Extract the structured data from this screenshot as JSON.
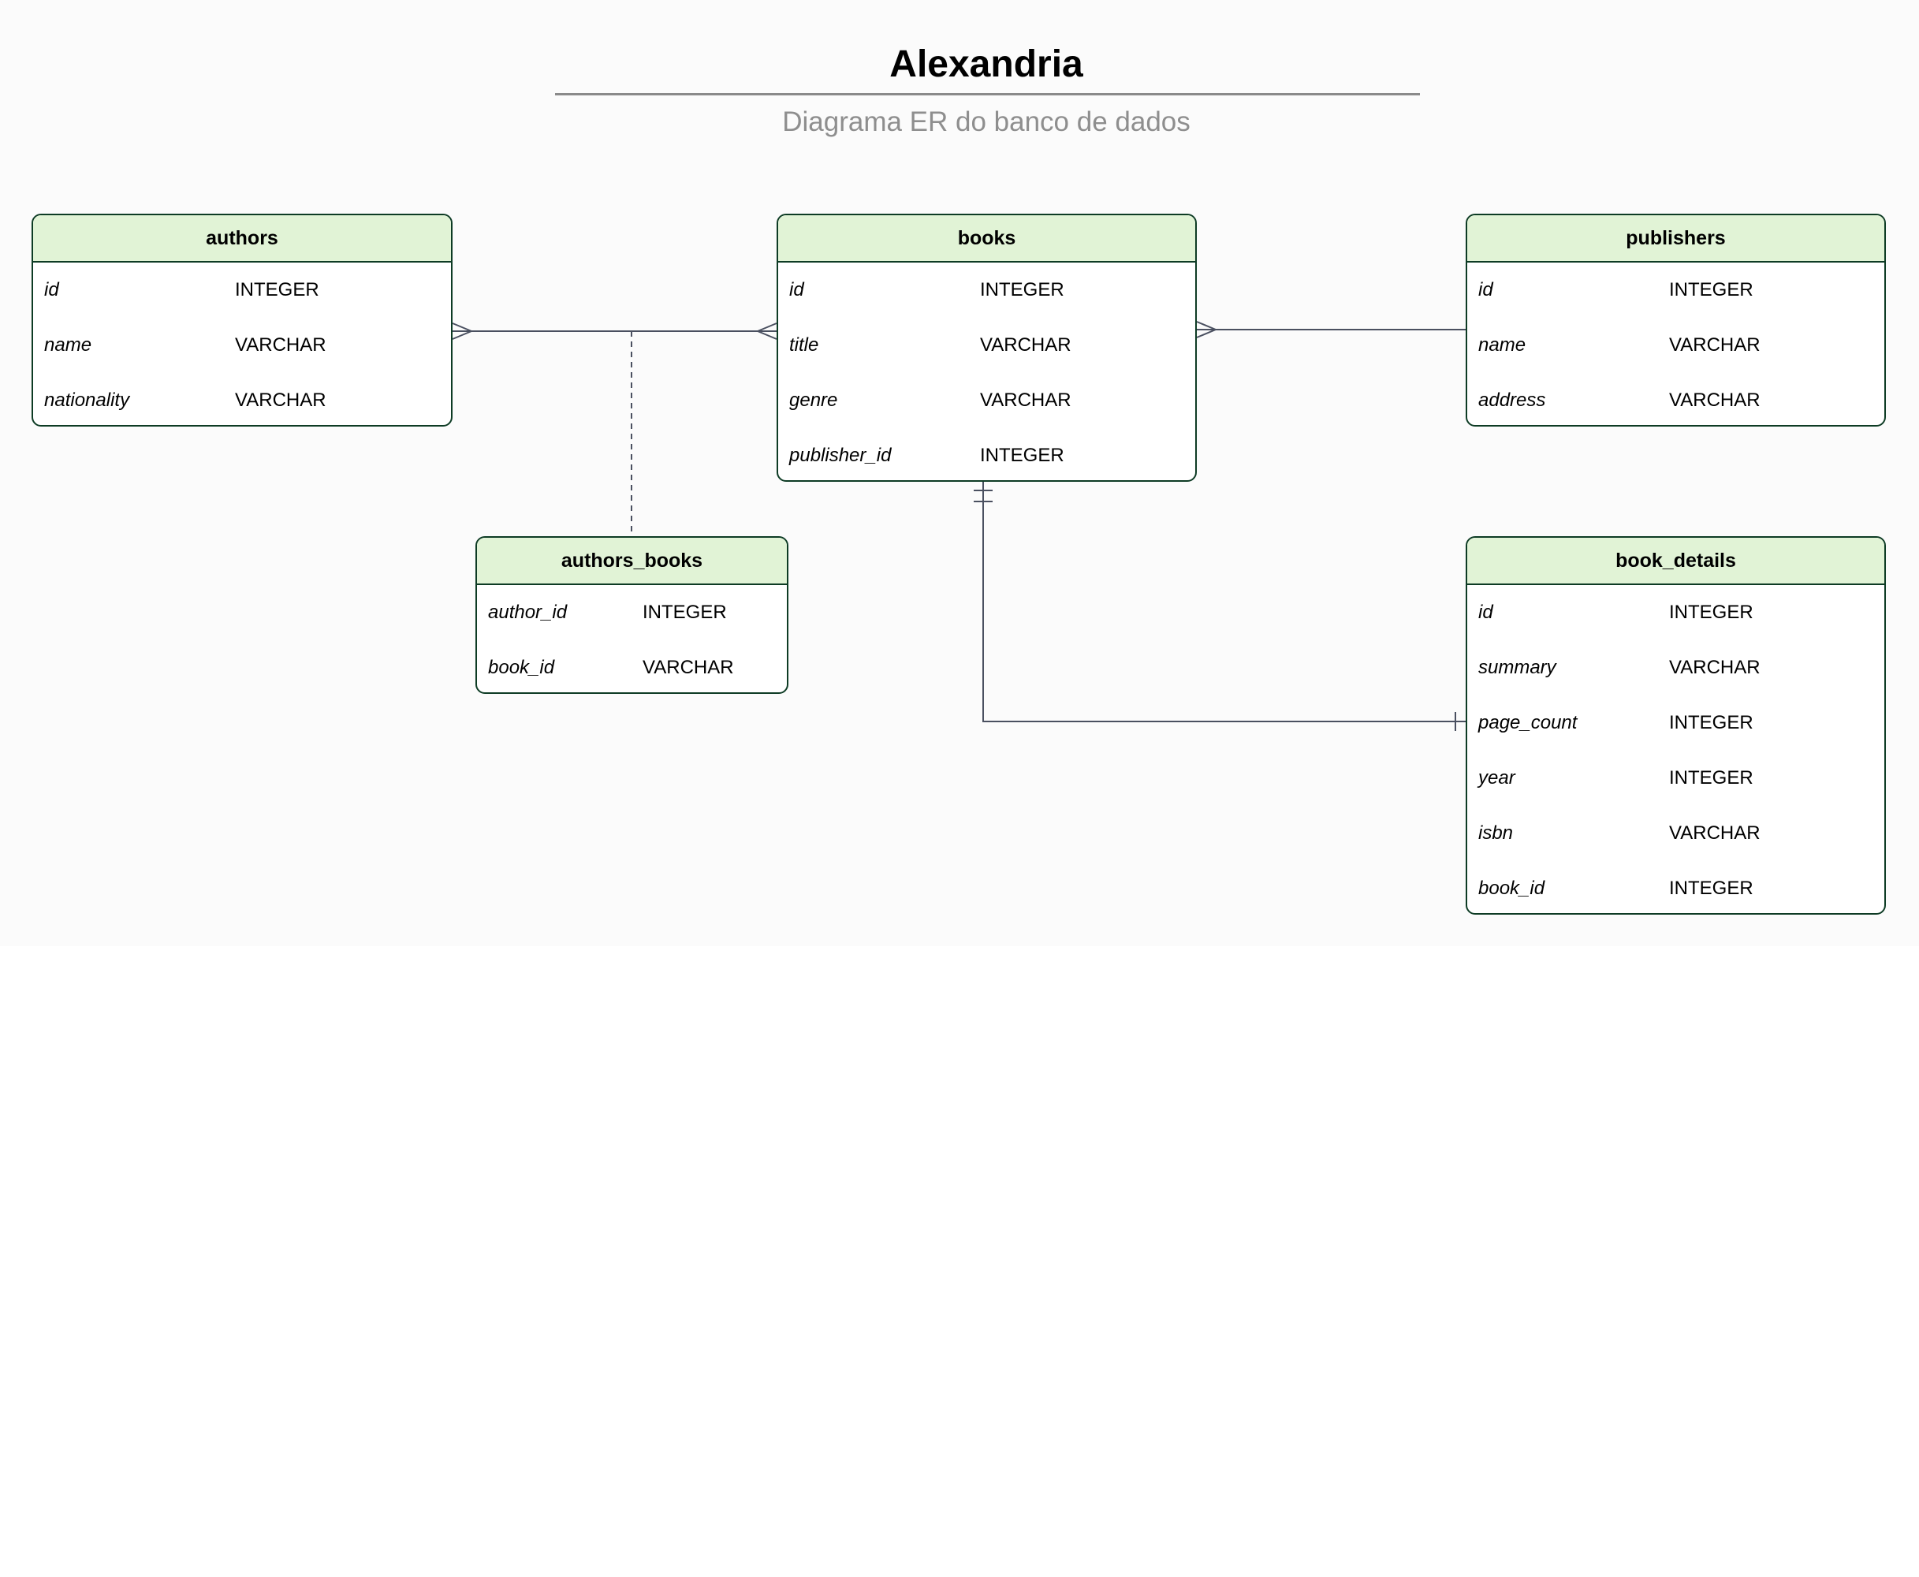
{
  "header": {
    "title": "Alexandria",
    "subtitle": "Diagrama ER do banco de dados"
  },
  "colors": {
    "entity_header_bg": "#e1f3d6",
    "entity_border": "#0d3b24",
    "relationship_line": "#4a5060",
    "subtitle": "#8e8e8e"
  },
  "entities": {
    "authors": {
      "name": "authors",
      "attributes": [
        {
          "name": "id",
          "type": "INTEGER"
        },
        {
          "name": "name",
          "type": "VARCHAR"
        },
        {
          "name": "nationality",
          "type": "VARCHAR"
        }
      ]
    },
    "books": {
      "name": "books",
      "attributes": [
        {
          "name": "id",
          "type": "INTEGER"
        },
        {
          "name": "title",
          "type": "VARCHAR"
        },
        {
          "name": "genre",
          "type": "VARCHAR"
        },
        {
          "name": "publisher_id",
          "type": "INTEGER"
        }
      ]
    },
    "publishers": {
      "name": "publishers",
      "attributes": [
        {
          "name": "id",
          "type": "INTEGER"
        },
        {
          "name": "name",
          "type": "VARCHAR"
        },
        {
          "name": "address",
          "type": "VARCHAR"
        }
      ]
    },
    "authors_books": {
      "name": "authors_books",
      "attributes": [
        {
          "name": "author_id",
          "type": "INTEGER"
        },
        {
          "name": "book_id",
          "type": "VARCHAR"
        }
      ]
    },
    "book_details": {
      "name": "book_details",
      "attributes": [
        {
          "name": "id",
          "type": "INTEGER"
        },
        {
          "name": "summary",
          "type": "VARCHAR"
        },
        {
          "name": "page_count",
          "type": "INTEGER"
        },
        {
          "name": "year",
          "type": "INTEGER"
        },
        {
          "name": "isbn",
          "type": "VARCHAR"
        },
        {
          "name": "book_id",
          "type": "INTEGER"
        }
      ]
    }
  },
  "relationships": [
    {
      "from": "authors",
      "to": "books",
      "from_cardinality": "many",
      "to_cardinality": "many",
      "associative_entity": "authors_books"
    },
    {
      "from": "books",
      "to": "publishers",
      "from_cardinality": "many",
      "to_cardinality": "one"
    },
    {
      "from": "books",
      "to": "book_details",
      "from_cardinality": "exactly-one",
      "to_cardinality": "one"
    }
  ]
}
